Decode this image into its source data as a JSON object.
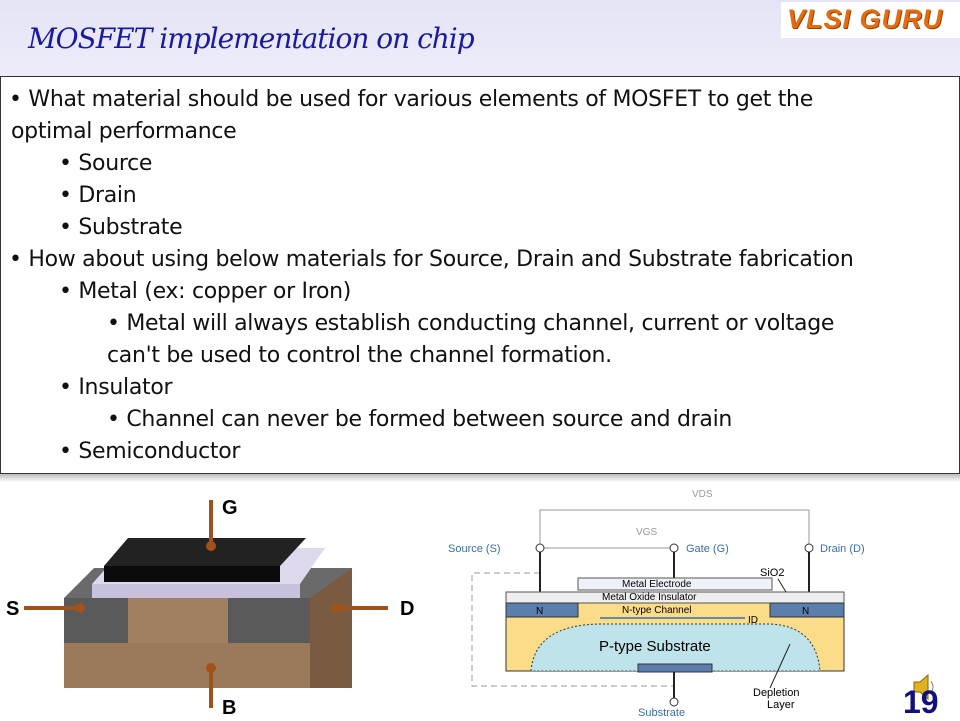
{
  "header": {
    "title": "MOSFET implementation on chip",
    "logo_text": "VLSI GURU"
  },
  "content": {
    "lines": [
      "• What material should be used for various elements of MOSFET to get the",
      "optimal performance",
      "• Source",
      "• Drain",
      "• Substrate",
      "• How about using below materials for Source, Drain and Substrate fabrication",
      "• Metal (ex: copper or Iron)",
      "• Metal will always establish conducting channel, current or voltage",
      "can't be used to control the channel formation.",
      "• Insulator",
      "• Channel can never be formed between source and drain",
      "• Semiconductor"
    ]
  },
  "left_diagram": {
    "g": "G",
    "s": "S",
    "d": "D",
    "b": "B"
  },
  "right_diagram": {
    "vds": "VDS",
    "vgs": "VGS",
    "source": "Source (S)",
    "gate": "Gate (G)",
    "drain": "Drain (D)",
    "sio2": "SiO2",
    "metal_electrode": "Metal Electrode",
    "oxide": "Metal Oxide Insulator",
    "n_left": "N",
    "n_right": "N",
    "channel": "N-type Channel",
    "id": "ID",
    "substrate_region": "P-type Substrate",
    "substrate_terminal": "Substrate",
    "depletion": "Depletion",
    "layer": "Layer"
  },
  "footer": {
    "slide_number": "19"
  }
}
